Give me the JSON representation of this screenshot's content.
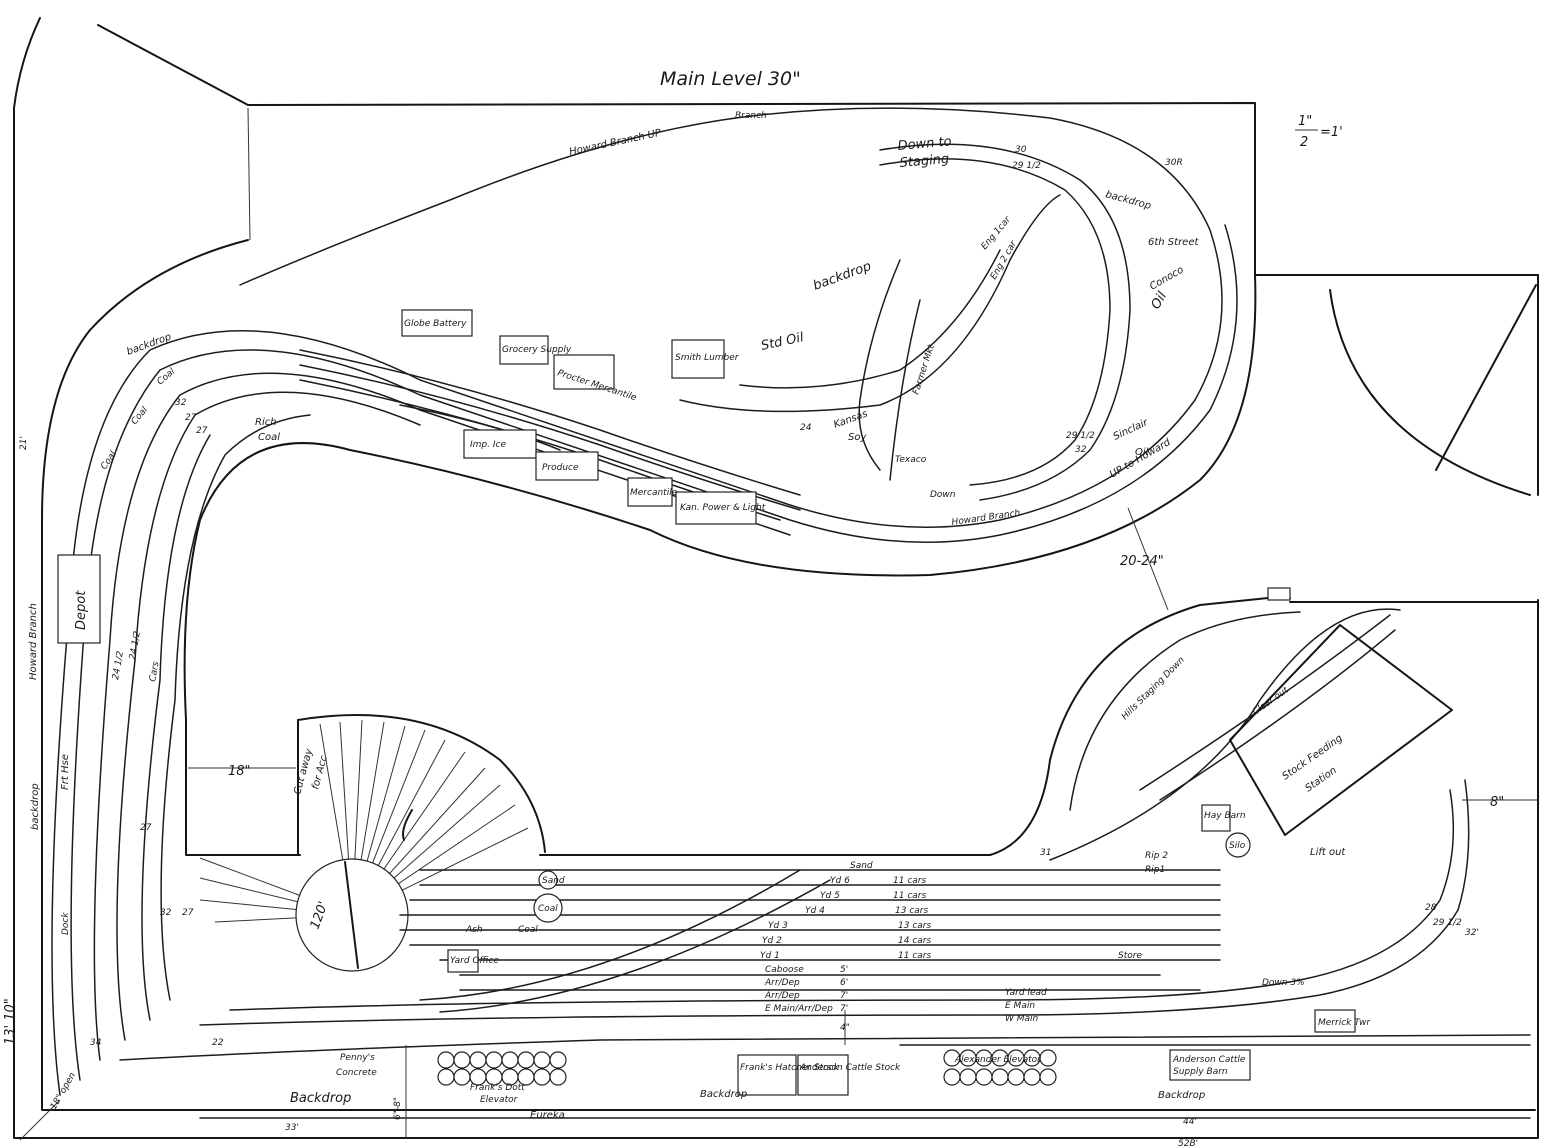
{
  "title": "Main Level 30\"",
  "scale": {
    "num": "1\"",
    "den": "2",
    "eq": "=1'"
  },
  "dimensions": {
    "height_total": "13' 10\"",
    "width_total": "52B'",
    "aisle_main": "20-24\"",
    "aisle_left": "18\"",
    "aisle_right": "8\"",
    "aisle_small": "4\"",
    "open": "18\" open",
    "left_21": "21'",
    "bottom_33": "33'",
    "bottom_44": "44'",
    "bottom_6_8": "6\"-8\""
  },
  "labels": {
    "howard_up": "Howard Branch UP",
    "branch_top": "Branch",
    "down_staging": "Down to",
    "staging": "Staging",
    "backdrop_top": "backdrop",
    "backdrop_mid": "backdrop",
    "backdrop_left": "backdrop",
    "backdrop_left_side": "backdrop",
    "backdrop_bottom": "Backdrop",
    "backdrop_bottom_mid": "Backdrop",
    "backdrop_bottom_right": "Backdrop",
    "sixth_street": "6th Street",
    "conoco": "Conoco",
    "oil": "Oil",
    "sinclair": "Sinclair",
    "sinclair_oil": "Oil",
    "up_howard": "UP to Howard",
    "eng_1car": "Eng 1car",
    "eng_2car": "Eng 2 car",
    "std_oil": "Std Oil",
    "farmer_mkt": "Farmer Mkt",
    "texaco": "Texaco",
    "kansas_soy": "Kansas",
    "soy": "Soy",
    "down": "Down",
    "howard_branch": "Howard Branch",
    "globe_battery": "Globe Battery",
    "grocery_supply": "Grocery Supply",
    "procter": "Procter Mercantile",
    "smith_lumber": "Smith Lumber",
    "imp_ice": "Imp. Ice",
    "produce": "Produce",
    "mercantile": "Mercantile",
    "kan_power": "Kan. Power & Light",
    "rich_coal": "Rich",
    "coal": "Coal",
    "coal1": "Coal",
    "coal2": "Coal",
    "coal3": "Coal",
    "depot": "Depot",
    "frt_hse": "Frt Hse",
    "howard_branch_v": "Howard Branch",
    "dock": "Dock",
    "cut_away": "Cut away",
    "for_access": "for Acc",
    "turntable": "120'",
    "ash": "Ash",
    "coal_yard": "Coal",
    "yard_office": "Yard Office",
    "sand": "Sand",
    "yd6": "Yd 6",
    "yd5": "Yd 5",
    "yd4": "Yd 4",
    "yd3": "Yd 3",
    "yd2": "Yd 2",
    "yd1": "Yd 1",
    "cars11a": "11 cars",
    "cars11b": "11 cars",
    "cars13a": "13 cars",
    "cars13b": "13 cars",
    "cars14": "14 cars",
    "cars11c": "11 cars",
    "caboose": "Caboose",
    "arr_dep1": "Arr/Dep",
    "arr_dep2": "Arr/Dep",
    "main_arr": "E Main/Arr/Dep",
    "len5": "5'",
    "len6": "6'",
    "len7a": "7'",
    "len7b": "7'",
    "rip2": "Rip 2",
    "rip1": "Rip1",
    "store": "Store",
    "yard_lead": "Yard lead",
    "e_main": "E Main",
    "w_main": "W Main",
    "down_3pct": "Down 3%",
    "merrick": "Merrick Twr",
    "pennys": "Penny's",
    "concrete": "Concrete",
    "elevator_left": "Frank's Dott",
    "elevator_left2": "Elevator",
    "hatcher": "Frank's Hatcher Stock",
    "anderson_cattle": "Anderson Cattle Stock",
    "backdrop_mid2": "Backdrop",
    "elevator_right": "Alexander Elevator",
    "anderson_supply": "Anderson Cattle",
    "supply_barn": "Supply Barn",
    "eureka": "Eureka",
    "hills_staging": "Hills Staging Down",
    "clear_out": "Clear out",
    "stock_feeding": "Stock Feeding",
    "station": "Station",
    "hay_barn": "Hay Barn",
    "silo": "Silo",
    "lift_out": "Lift out",
    "grade_30": "30",
    "grade_29": "29 1/2",
    "grade_30r": "30R",
    "grade_24": "24",
    "grade_29b": "29 1/2",
    "grade_32": "32",
    "grade_32b": "32",
    "grade_27": "27",
    "grade_27b": "27",
    "grade_29c": "29 1/2",
    "grade_32c": "32'",
    "grade_28": "28",
    "grade_24b": "24 1/2",
    "grade_24c": "24 1/2",
    "grade_27c": "27",
    "grade_32d": "32",
    "grade_27d": "27",
    "grade_34": "34",
    "grade_31": "31",
    "grade_22": "22",
    "cars_left": "Cars"
  }
}
